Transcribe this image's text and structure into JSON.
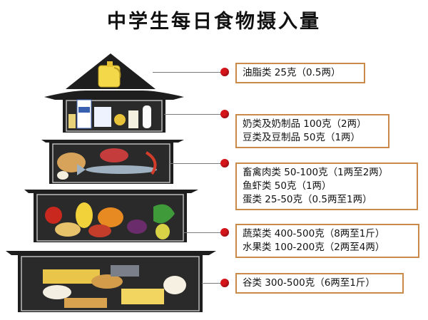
{
  "title": "中学生每日食物摄入量",
  "colors": {
    "tier": "#222222",
    "frame": "#bbbbbb",
    "dot": "#d6151b",
    "border": "#c98a4a"
  },
  "tiers": [
    {
      "icon": "oil-bottle-icon",
      "lines": [
        "油脂类  25克（0.5两）"
      ]
    },
    {
      "icon": "dairy-icon",
      "lines": [
        "奶类及奶制品  100克（2两）",
        "豆类及豆制品  50克（1两）"
      ]
    },
    {
      "icon": "meat-fish-icon",
      "lines": [
        "畜禽肉类  50-100克（1两至2两）",
        "鱼虾类  50克（1两）",
        "蛋类  25-50克（0.5两至1两）"
      ]
    },
    {
      "icon": "vegetables-fruits-icon",
      "lines": [
        "蔬菜类  400-500克（8两至1斤）",
        "水果类  100-200克（2两至4两）"
      ]
    },
    {
      "icon": "grains-icon",
      "lines": [
        "谷类  300-500克（6两至1斤）"
      ]
    }
  ]
}
